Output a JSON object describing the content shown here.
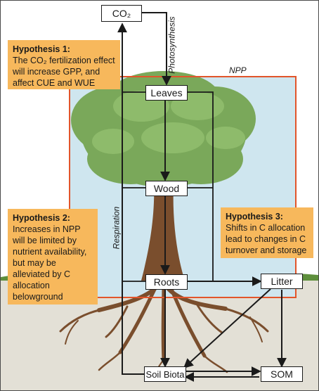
{
  "nodes": {
    "co2": "CO₂",
    "leaves": "Leaves",
    "wood": "Wood",
    "roots": "Roots",
    "litter": "Litter",
    "soil_biota": "Soil Biota",
    "som": "SOM"
  },
  "flux_labels": {
    "photosynthesis": "Photosynthesis",
    "respiration": "Respiration",
    "npp": "NPP"
  },
  "hypotheses": [
    {
      "title": "Hypothesis 1:",
      "text": "The CO₂ fertilization effect will increase GPP, and affect CUE and WUE"
    },
    {
      "title": "Hypothesis 2:",
      "text": "Increases in NPP will be limited by nutrient availability, but may be alleviated by C allocation belowground"
    },
    {
      "title": "Hypothesis 3:",
      "text": "Shifts in C allocation lead to changes in C turnover and storage"
    }
  ],
  "colors": {
    "hypothesis_fill": "#f7b85c",
    "npp_border": "#e2552b",
    "sky": "#cfe6ef",
    "canopy": "#7aa85a",
    "trunk": "#7a4e2d",
    "ground": "#e3e0d6",
    "arrow": "#1a1a1a"
  }
}
